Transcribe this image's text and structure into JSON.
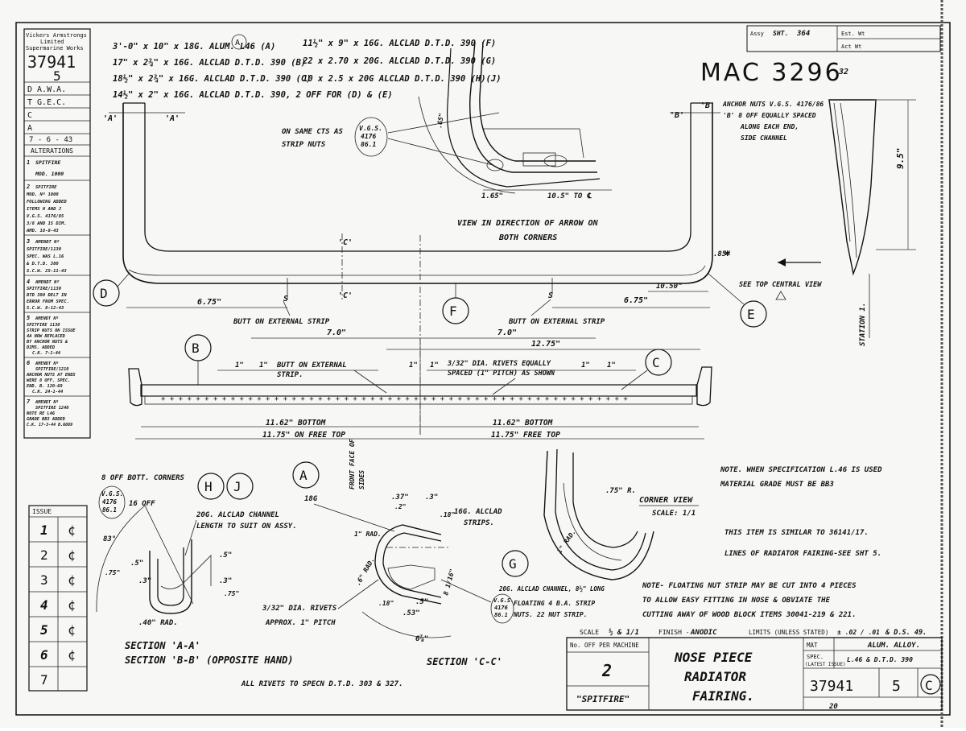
{
  "top_right_number": "MAC 3296",
  "title_block_top": {
    "assy_label": "Assy",
    "sht_label": "SHT.",
    "sht_value": "364",
    "est_wt": "Est. Wt",
    "act_wt": "Act Wt",
    "fig": "32"
  },
  "left_column": {
    "company": [
      "Vickers Armstrongs",
      "Limited",
      "Supermarine Works"
    ],
    "drawing_no": "37941",
    "issue": "5",
    "rows": [
      "D  A.W.A.",
      "T  G.E.C.",
      "C",
      "A",
      "7 - 6 - 43"
    ],
    "alterations_label": "ALTERATIONS",
    "alterations": [
      {
        "n": "1",
        "text": [
          "SPITFIRE",
          "MOD. 1000"
        ]
      },
      {
        "n": "2",
        "text": [
          "SPITFIRE",
          "MOD. Nº 1000",
          "FOLLOWING ADDED",
          "ITEMS H AND J",
          "V.G.S. 4176/85",
          "3/8 AND 15 DIM.",
          "AMD. 18-8-43"
        ]
      },
      {
        "n": "3",
        "text": [
          "AMENDT Nº",
          "SPITFIRE/1130",
          "SPEC. WAS L.16",
          "& D.T.D. 380",
          "S.C.W. 25-11-43"
        ]
      },
      {
        "n": "4",
        "text": [
          "AMENDT Nº",
          "SPITFIRE/1130",
          "DTD 390 DELT IN",
          "ERROR FROM SPEC.",
          "S.C.W. 8-12-43"
        ]
      },
      {
        "n": "5",
        "text": [
          "AMENDT Nº",
          "SPITFIRE 1130",
          "STRIP NUTS ON ISSUE",
          "4A NOW REPLACED",
          "BY ANCHOR NUTS &",
          "DIMS. ADDED",
          "C.K. 7-1-44"
        ]
      },
      {
        "n": "6",
        "text": [
          "AMENDT Nº",
          "SPITFIRE/1210",
          "ANCHOR NUTS AT ENDS",
          "WERE 8 OFF. SPEC.",
          "END. B. 120-69",
          "C.K. 24-1-44"
        ]
      },
      {
        "n": "7",
        "text": [
          "AMENDT Nº",
          "SPITFIRE 1240",
          "NOTE RE L46",
          "GRADE BB3 ADDED",
          "C.K. 17-3-44 B.6089"
        ]
      }
    ],
    "issue_label": "ISSUE",
    "issue_rows": [
      "1",
      "2",
      "3",
      "4",
      "5",
      "6",
      "7"
    ],
    "issue_mark": "¢"
  },
  "materials": [
    "3'-0\" x 10\" x 18G. ALUM. L46 (A)",
    "17\" x 2¾\" x 16G. ALCLAD D.T.D. 390 (B)",
    "18½\" x 2¾\" x 16G. ALCLAD D.T.D. 390 (C)",
    "14½\" x 2\" x 16G. ALCLAD D.T.D. 390, 2 OFF FOR (D) & (E)",
    "11½\" x 9\" x 16G. ALCLAD D.T.D. 390 (F)",
    "22 x 2.70 x 20G. ALCLAD D.T.D. 390 (G)",
    "10 x 2.5 x 20G ALCLAD D.T.D. 390 (H)(J)"
  ],
  "notes": {
    "anchor": [
      "ANCHOR NUTS V.G.S. 4176/86",
      "'B'  8 OFF EQUALLY SPACED",
      "ALONG EACH END,",
      "SIDE CHANNEL"
    ],
    "same_cts": [
      "ON SAME CTS AS",
      "STRIP NUTS"
    ],
    "vgs": [
      "V.G.S.",
      "4176",
      "86.1"
    ],
    "view_arrow": [
      "VIEW IN DIRECTION OF ARROW ON",
      "BOTH CORNERS"
    ],
    "see_top": "SEE TOP CENTRAL VIEW",
    "butt_left": "BUTT ON EXTERNAL STRIP",
    "butt_right": "BUTT ON EXTERNAL STRIP",
    "butt_mid": [
      "BUTT ON EXTERNAL",
      "STRIP."
    ],
    "rivets": [
      "3/32\" DIA. RIVETS EQUALLY",
      "SPACED (1\" PITCH) AS SHOWN"
    ],
    "bottom_left": "11.62\" BOTTOM",
    "bottom_right": "11.62\" BOTTOM",
    "free_left": "11.75\" ON FREE TOP",
    "free_right": "11.75\" FREE TOP",
    "spec_note": [
      "NOTE. WHEN SPECIFICATION L.46 IS USED",
      "MATERIAL GRADE MUST BE BB3"
    ],
    "similar": "THIS ITEM IS SIMILAR TO 36141/17.",
    "lines": "LINES OF RADIATOR FAIRING-SEE SHT 5.",
    "corner_view": [
      "CORNER VIEW",
      "SCALE: 1/1"
    ],
    "float_note": [
      "NOTE- FLOATING NUT STRIP MAY BE CUT INTO 4 PIECES",
      "TO ALLOW EASY FITTING IN NOSE & OBVIATE THE",
      "CUTTING AWAY OF WOOD BLOCK ITEMS 30041-219 & 221."
    ],
    "bott_corners": "8 OFF BOTT. CORNERS",
    "off16": "16 OFF",
    "channel": [
      "20G. ALCLAD CHANNEL",
      "LENGTH TO SUIT ON ASSY."
    ],
    "rivets_sec": [
      "3/32\" DIA. RIVETS",
      "APPROX. 1\" PITCH"
    ],
    "alclad_strips": [
      "16G. ALCLAD",
      "STRIPS."
    ],
    "channel_g": "20G. ALCLAD CHANNEL, 8½\" LONG",
    "float_strip": [
      "FLOATING 4 B.A. STRIP",
      "NUTS. 22 NUT STRIP."
    ],
    "front_face": [
      "FRONT FACE OF",
      "SIDES"
    ],
    "g18": "18G",
    "section_aa": "SECTION 'A-A'",
    "section_bb": "SECTION 'B-B' (OPPOSITE HAND)",
    "section_cc": "SECTION 'C-C'",
    "all_rivets": "ALL RIVETS TO SPECN D.T.D. 303 & 327.",
    "station": "STATION 1."
  },
  "dims": {
    "d675a": "6.75\"",
    "d675b": "6.75\"",
    "d70a": "7.0\"",
    "d70b": "7.0\"",
    "d1275": "12.75\"",
    "d1": "1\"",
    "d165": "1.65\"",
    "d105": "10.5\" TO ℄",
    "d1050": "10.50\"",
    "d95": "9.5\"",
    "d85": ".85\"",
    "d65": ".65\"",
    "sec_a": {
      "83": "83°",
      "5a": ".5\"",
      "5b": ".5\"",
      "3a": ".3\"",
      "3b": ".3\"",
      "75a": ".75\"",
      "75b": ".75\"",
      "rad": ".40\" RAD."
    },
    "sec_c": {
      "37": ".37\"",
      "3": ".3\"",
      "2": ".2\"",
      "18": ".18\"",
      "1rad": "1\" RAD.",
      "6rad": ".6\" RAD.",
      "5": ".5\"",
      "53": ".53\"",
      "18b": ".18\"",
      "675": "6⅞\"",
      "811": "8 1/16\""
    },
    "corner": {
      "75r": ".75\" R.",
      "1rad": "1\" RAD."
    }
  },
  "section_marks": {
    "A": "'A'",
    "A2": "'A'",
    "B": "'B'",
    "B2": "'B'",
    "C": "'C'",
    "C2": "'C'"
  },
  "balloons": {
    "A": "A",
    "B": "B",
    "C": "C",
    "D": "D",
    "E": "E",
    "F": "F",
    "G": "G",
    "H": "H",
    "J": "J"
  },
  "title_block": {
    "scale_label": "SCALE",
    "scale": "½ & 1/1",
    "finish_label": "FINISH -",
    "finish": "ANODIC",
    "limits_label": "LIMITS (UNLESS STATED)",
    "limits": "± .02 / .01",
    "date": "& D.S. 49.",
    "off_per_machine": "No. OFF PER MACHINE",
    "qty": "2",
    "machine": "\"SPITFIRE\"",
    "title": [
      "NOSE PIECE",
      "RADIATOR",
      "FAIRING."
    ],
    "mat_label": "MAT",
    "mat": "ALUM. ALLOY.",
    "spec_label": [
      "SPEC.",
      "(LATEST ISSUE)"
    ],
    "spec": "L.46 & D.T.D. 390",
    "drawing_no": "37941",
    "issue": "5",
    "sheet_sub": "20",
    "stamp": "C"
  }
}
